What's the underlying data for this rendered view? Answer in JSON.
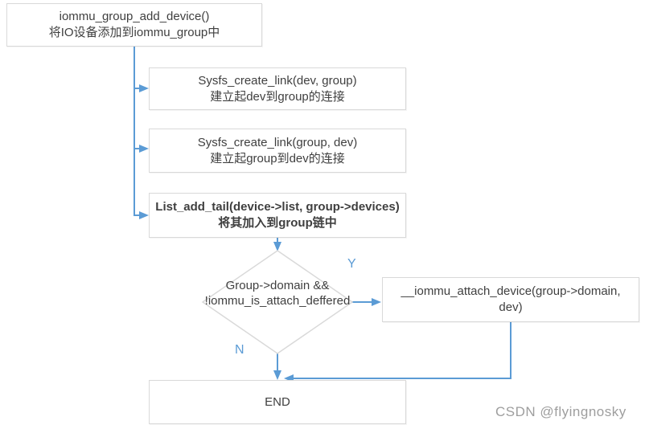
{
  "diagram": {
    "nodes": {
      "start": {
        "line1": "iommu_group_add_device()",
        "line2": "将IO设备添加到iommu_group中"
      },
      "sysfs_dev_group": {
        "line1": "Sysfs_create_link(dev, group)",
        "line2": "建立起dev到group的连接"
      },
      "sysfs_group_dev": {
        "line1": "Sysfs_create_link(group, dev)",
        "line2": "建立起group到dev的连接"
      },
      "list_add_tail": {
        "line1": "List_add_tail(device->list, group->devices)",
        "line2": "将其加入到group链中"
      },
      "decision": {
        "text": "Group->domain && !iommu_is_attach_deffered"
      },
      "attach": {
        "text": "__iommu_attach_device(group->domain, dev)"
      },
      "end": {
        "text": "END"
      }
    },
    "edge_labels": {
      "yes": "Y",
      "no": "N"
    },
    "colors": {
      "arrow": "#5B9BD5",
      "border": "#D9D9D9",
      "text": "#3F3F3F",
      "branch_label": "#5B9BD5",
      "watermark": "#9E9E9E"
    }
  },
  "watermark": "CSDN @flyingnosky"
}
